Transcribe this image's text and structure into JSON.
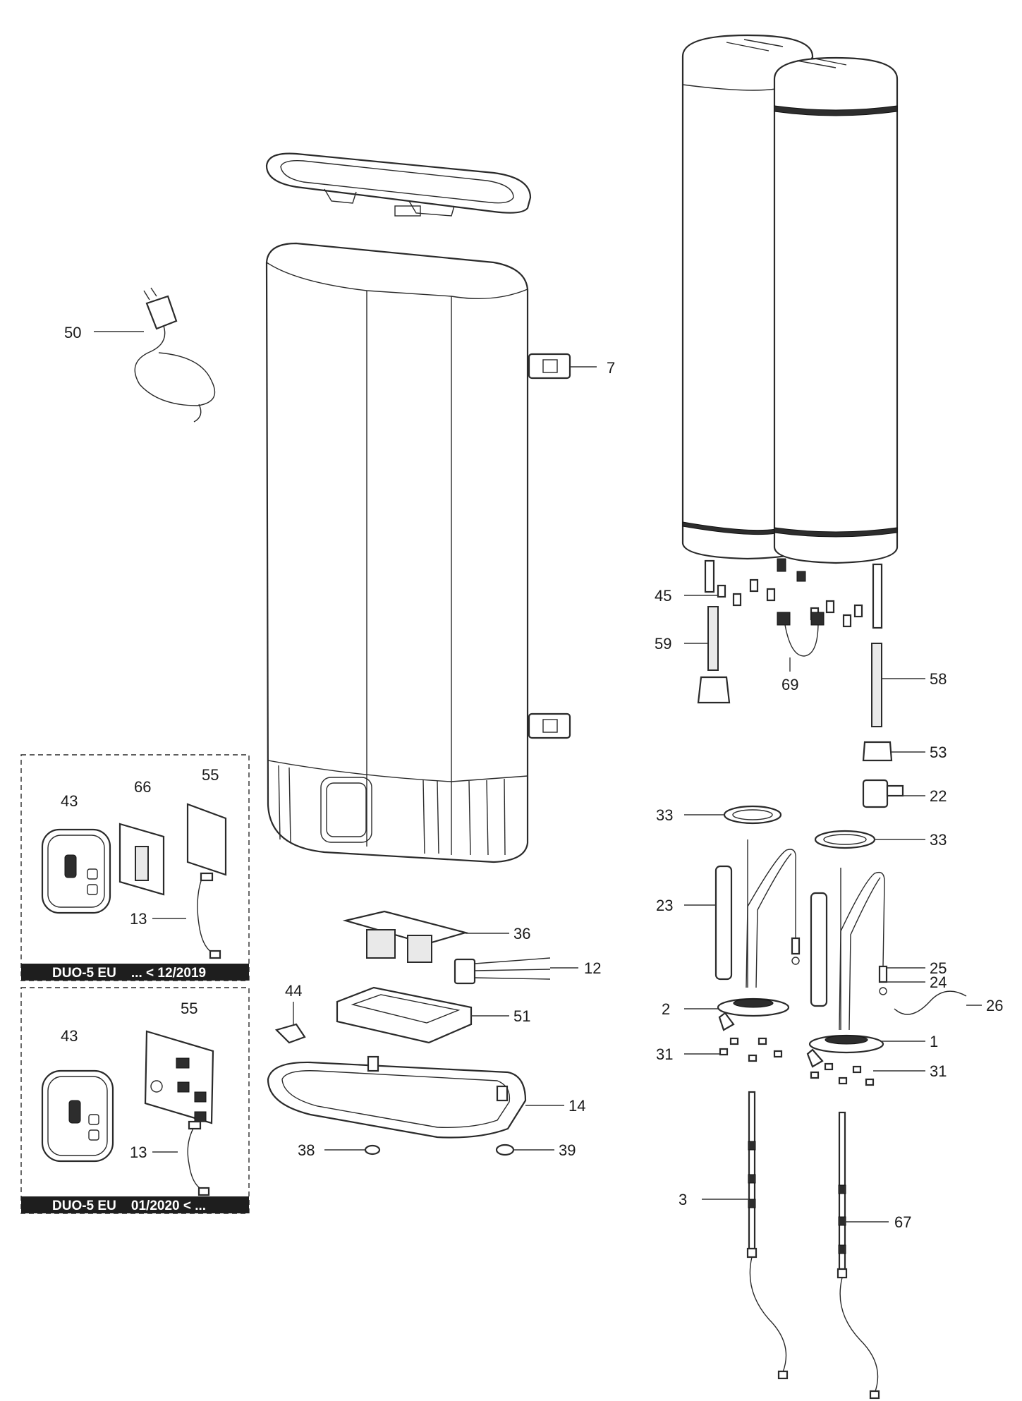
{
  "diagram": {
    "callouts": [
      {
        "id": "50",
        "text": "50"
      },
      {
        "id": "7",
        "text": "7"
      },
      {
        "id": "45",
        "text": "45"
      },
      {
        "id": "59",
        "text": "59"
      },
      {
        "id": "69",
        "text": "69"
      },
      {
        "id": "58",
        "text": "58"
      },
      {
        "id": "53",
        "text": "53"
      },
      {
        "id": "22",
        "text": "22"
      },
      {
        "id": "33a",
        "text": "33"
      },
      {
        "id": "33b",
        "text": "33"
      },
      {
        "id": "23",
        "text": "23"
      },
      {
        "id": "25",
        "text": "25"
      },
      {
        "id": "24",
        "text": "24"
      },
      {
        "id": "26",
        "text": "26"
      },
      {
        "id": "2",
        "text": "2"
      },
      {
        "id": "1",
        "text": "1"
      },
      {
        "id": "31a",
        "text": "31"
      },
      {
        "id": "31b",
        "text": "31"
      },
      {
        "id": "3",
        "text": "3"
      },
      {
        "id": "67",
        "text": "67"
      },
      {
        "id": "36",
        "text": "36"
      },
      {
        "id": "12",
        "text": "12"
      },
      {
        "id": "44",
        "text": "44"
      },
      {
        "id": "51",
        "text": "51"
      },
      {
        "id": "14",
        "text": "14"
      },
      {
        "id": "38",
        "text": "38"
      },
      {
        "id": "39",
        "text": "39"
      },
      {
        "id": "43a",
        "text": "43"
      },
      {
        "id": "66",
        "text": "66"
      },
      {
        "id": "55a",
        "text": "55"
      },
      {
        "id": "13a",
        "text": "13"
      },
      {
        "id": "43b",
        "text": "43"
      },
      {
        "id": "55b",
        "text": "55"
      },
      {
        "id": "13b",
        "text": "13"
      }
    ],
    "boxes": [
      {
        "id": "box1",
        "title": "DUO-5 EU    ... < 12/2019"
      },
      {
        "id": "box2",
        "title": "DUO-5 EU    01/2020 < ..."
      }
    ]
  }
}
